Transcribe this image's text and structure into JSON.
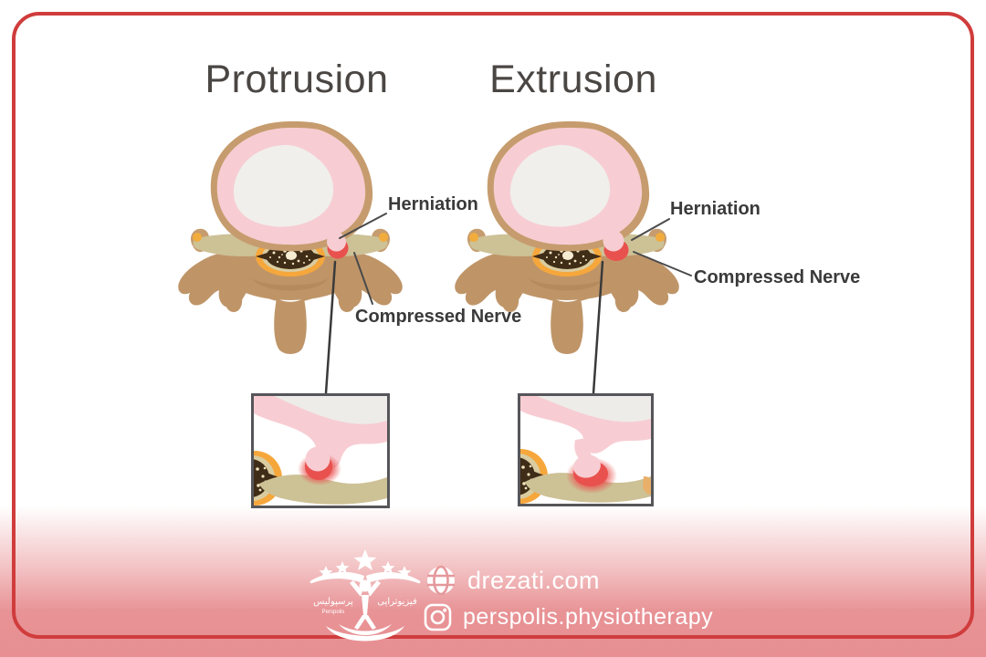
{
  "frame": {
    "border_color": "#d03c3c"
  },
  "panels": {
    "protrusion": {
      "title": "Protrusion",
      "labels": {
        "herniation": "Herniation",
        "compressed_nerve": "Compressed Nerve"
      }
    },
    "extrusion": {
      "title": "Extrusion",
      "labels": {
        "herniation": "Herniation",
        "compressed_nerve": "Compressed Nerve"
      }
    }
  },
  "colors": {
    "disc_pink": "#f7cdd3",
    "disc_rim_tan": "#c69c6e",
    "nucleus_gray": "#f0efec",
    "bone_tan": "#bf9568",
    "nerve_khaki": "#cdc196",
    "canal_orange": "#f6a73c",
    "cord_brown": "#402d18",
    "herniation_red": "#e9514e",
    "frame_red": "#d03c3c",
    "footer_pink": "#e78f92"
  },
  "footer": {
    "logo": {
      "fa_left": "پرسپولیس",
      "fa_right": "فیزیوتراپی",
      "en": "Perspolis"
    },
    "website": "drezati.com",
    "instagram": "perspolis.physiotherapy"
  }
}
